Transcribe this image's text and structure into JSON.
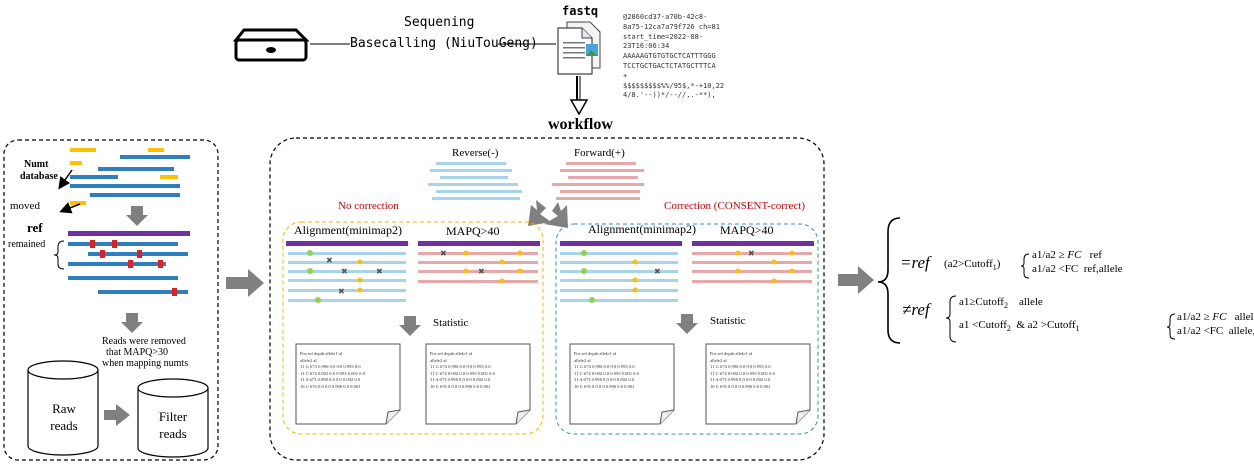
{
  "top": {
    "seq_label": "Sequening",
    "basecall_label": "Basecalling (NiuTouGeng)",
    "fastq_label": "fastq",
    "fastq_record": [
      "@2860cd37-a70b-42c8-",
      "8a75-12ca7a79f726 ch=81",
      "start_time=2022-08-",
      "23T16:06:34",
      "AAAAAGTGTGTGCTCATTTGGG",
      "TCCTGCTGACTCTATGCTTTCA",
      "+",
      "$$$$$$$$$%%/95$,*-+10,22",
      "4/8.'--))*/--//,.-**),"
    ],
    "workflow_title": "workflow"
  },
  "left_panel": {
    "numt_label_1": "Numt",
    "numt_label_2": "database",
    "moved_label": "moved",
    "ref_label": "ref",
    "remained_label": "remained",
    "removed_note": [
      "Reads were removed",
      "that MAPQ>30",
      "when mapping numts"
    ],
    "raw_reads": [
      "Raw",
      "reads"
    ],
    "filter_reads": [
      "Filter",
      "reads"
    ]
  },
  "middle_panel": {
    "reverse_label": "Reverse(-)",
    "forward_label": "Forward(+)",
    "no_correction_label": "No correction",
    "correction_label": "Correction (CONSENT-correct)",
    "alignment_label": "Alignment(minimap2)",
    "mapq_label": "MAPQ>40",
    "statistic_label": "Statistic",
    "table_header": "Pos  ref  depth  allele1  al",
    "table_header2": "allele2  al",
    "table_rows": [
      "11 G 673 0.996 0.0 0.0 0.993 0.0",
      "11 C 674 0.002 0.0 0.993 0.001 0.0",
      "11 A 673 0.998 0.0 0.0 0.002 0.0",
      "16 C 676 0.0 0.0 0.996 0.0 0.001"
    ]
  },
  "right_panel": {
    "eq_ref": "=ref",
    "neq_ref": "≠ref",
    "cond_eq": "(a2>Cutoff",
    "cond_eq_sub": "1",
    "cond_eq_close": ")",
    "eq_case1_lhs": "a1/a2 ≥",
    "eq_case1_fc": "FC",
    "eq_case1_rhs": "ref",
    "eq_case2_lhs": "a1/a2 <FC",
    "eq_case2_rhs": "ref,allele",
    "neq_case1": "a1≥Cutoff",
    "neq_case1_sub": "2",
    "neq_case1_rhs": "allele",
    "neq_case2": "a1 <Cutoff",
    "neq_case2_sub": "2",
    "neq_case2_mid": "& a2 >Cutoff",
    "neq_case2_sub2": "1",
    "neq_sub1_lhs": "a1/a2 ≥",
    "neq_sub1_fc": "FC",
    "neq_sub1_rhs": "allele",
    "neq_sub2_lhs": "a1/a2 <FC",
    "neq_sub2_rhs": "allele,ref"
  },
  "colors": {
    "read_blue": "#2e7fbf",
    "light_blue": "#a8d4ea",
    "pink": "#e6a8a8",
    "ref_purple": "#7030a0",
    "numt_yellow": "#ffc000",
    "mutation_red": "#e02020",
    "accent_red": "#d00000",
    "dot_green": "#92d050",
    "dot_orange": "#ffc000",
    "grey_arrow": "#808080",
    "dashed_orange": "#f0b400",
    "dashed_blue": "#2e8fc9"
  }
}
